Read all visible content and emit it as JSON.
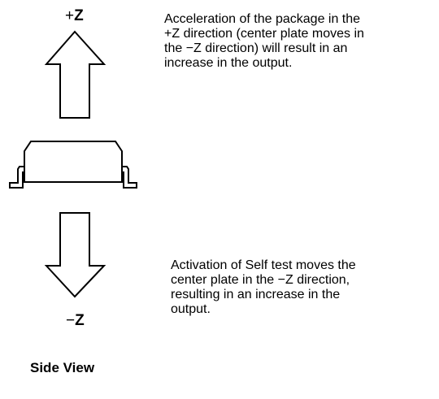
{
  "plus_z_label": {
    "prefix": "+",
    "axis": "Z"
  },
  "minus_z_label": {
    "prefix": "−",
    "axis": "Z"
  },
  "acceleration_note": "Acceleration of the package in the\n+Z direction (center plate moves in\n the −Z direction) will result in an\nincrease in the output.",
  "self_test_note": "Activation of Self test moves the\ncenter plate in the −Z direction,\nresulting in an increase in the\noutput.",
  "view_title": "Side View"
}
